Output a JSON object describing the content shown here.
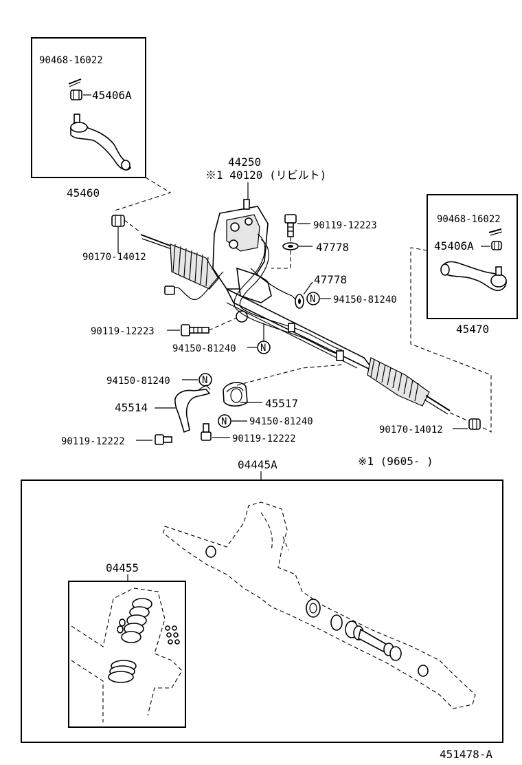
{
  "labels": {
    "p9046816022_a": "90468-16022",
    "p45406A_a": "45406A",
    "p45460": "45460",
    "p44250": "44250",
    "p40120": "※1 40120 (リビルト)",
    "p9011912223_a": "90119-12223",
    "p47778_a": "47778",
    "p47778_b": "47778",
    "p9415081240_a": "94150-81240",
    "p9017014012_a": "90170-14012",
    "p9011912223_b": "90119-12223",
    "p9415081240_b": "94150-81240",
    "p9415081240_c": "94150-81240",
    "p45514": "45514",
    "p45517": "45517",
    "p9415081240_d": "94150-81240",
    "p9011912222_a": "90119-12222",
    "p9011912222_b": "90119-12222",
    "p9017014012_b": "90170-14012",
    "p9046816022_b": "90468-16022",
    "p45406A_b": "45406A",
    "p45470": "45470",
    "note": "※1 (9605-      )",
    "p04445A": "04445A",
    "p04455": "04455",
    "ref": "451478-A"
  },
  "markers": {
    "n": "N"
  }
}
